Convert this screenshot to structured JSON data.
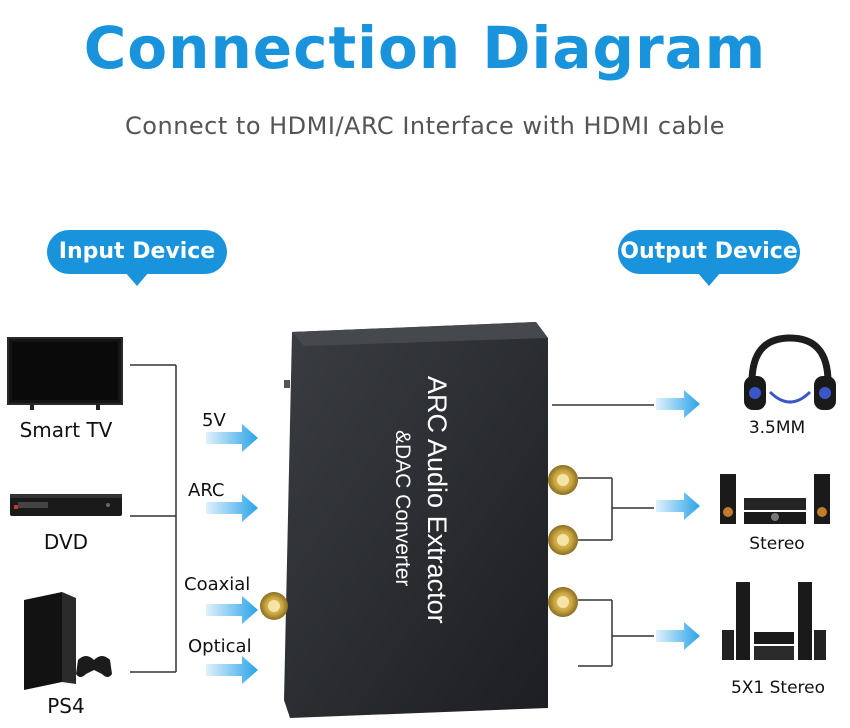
{
  "title": "Connection Diagram",
  "subtitle": "Connect to HDMI/ARC Interface with HDMI cable",
  "input_bubble": "Input Device",
  "output_bubble": "Output Device",
  "inputs": [
    "Smart TV",
    "DVD",
    "PS4"
  ],
  "ports": [
    "5V",
    "ARC",
    "Coaxial",
    "Optical"
  ],
  "device": {
    "line1": "ARC Audio Extractor",
    "line2": "&DAC Converter"
  },
  "outputs": [
    "3.5MM",
    "Stereo",
    "5X1 Stereo"
  ],
  "colors": {
    "accent": "#1a93dd",
    "arrow": "#2aa3e8",
    "device_body": "#26282c",
    "gold": "#c9a640"
  }
}
